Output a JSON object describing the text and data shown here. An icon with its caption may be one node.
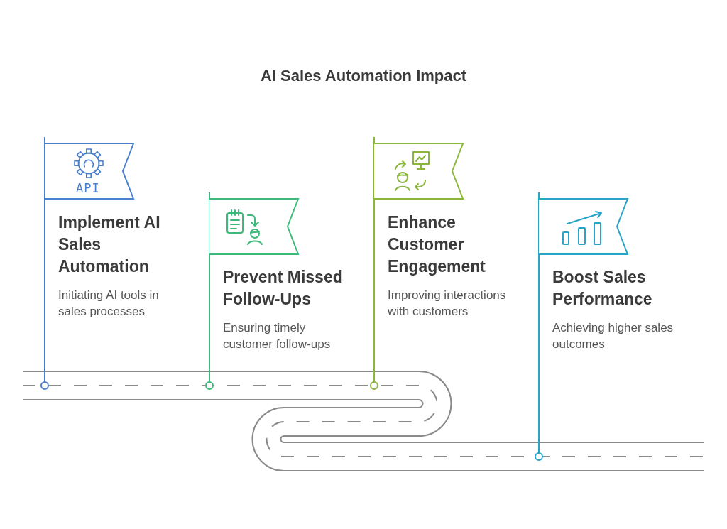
{
  "diagram": {
    "title": "AI Sales Automation Impact",
    "nodes": [
      {
        "text": [
          "Implement AI Sales Automation",
          "Initiating AI tools in sales processes"
        ]
      },
      {
        "text": [
          "Prevent Missed Follow-Ups",
          "Ensuring timely customer follow-ups"
        ]
      },
      {
        "text": [
          "Enhance Customer Engagement",
          "Improving interactions with customers"
        ]
      },
      {
        "text": [
          "Boost Sales Performance",
          "Achieving higher sales outcomes"
        ]
      }
    ],
    "labels": [
      "API"
    ]
  }
}
